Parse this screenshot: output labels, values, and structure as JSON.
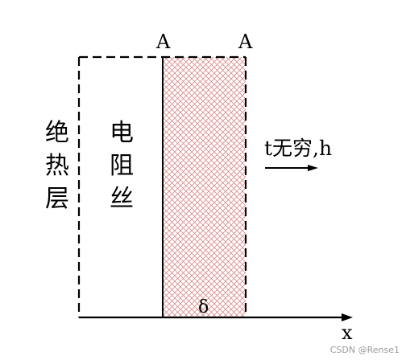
{
  "labels": {
    "a_left": "A",
    "a_right": "A",
    "insulation": [
      "绝",
      "热",
      "层"
    ],
    "wire": [
      "电",
      "阻",
      "丝"
    ],
    "flow": "t无穷,h",
    "delta": "δ",
    "x_axis": "x"
  },
  "watermark": "CSDN @Rense1",
  "colors": {
    "line": "#000000",
    "hatch": "#d98a8a",
    "watermark": "#9a9a9a"
  }
}
